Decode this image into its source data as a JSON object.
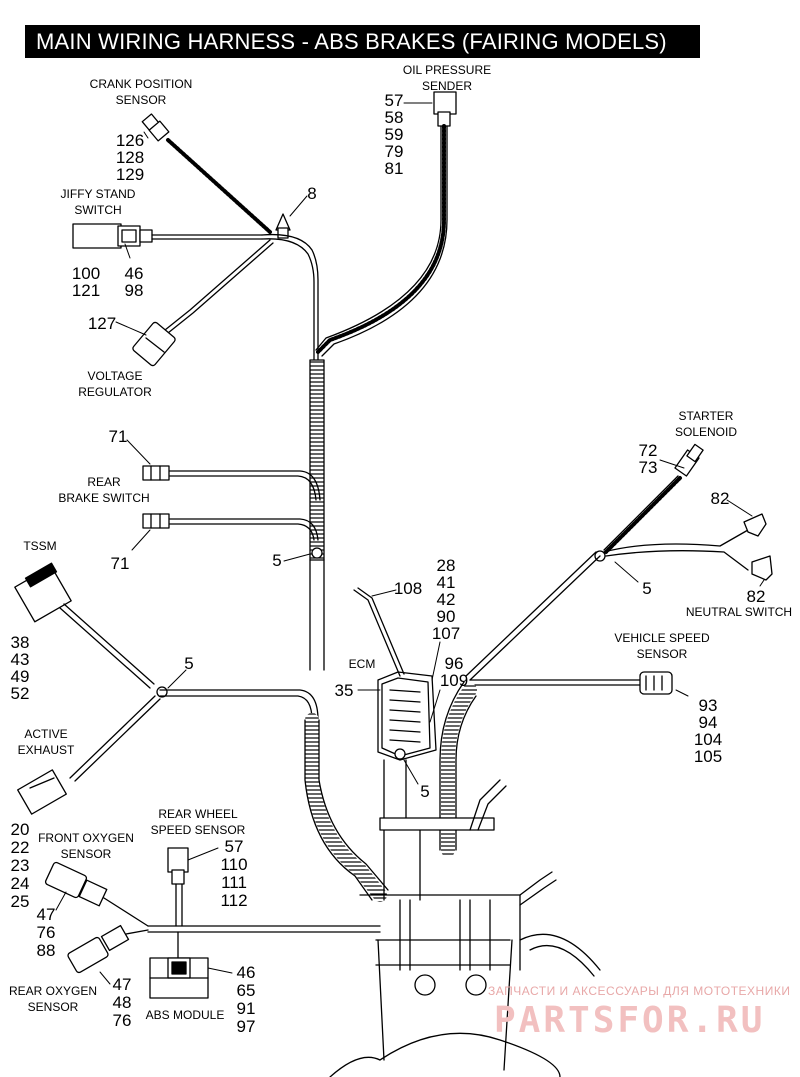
{
  "title": "MAIN WIRING HARNESS - ABS BRAKES (FAIRING MODELS)",
  "components": {
    "crank_position_sensor": {
      "label": "CRANK POSITION\nSENSOR",
      "refs": [
        "126",
        "128",
        "129"
      ]
    },
    "oil_pressure_sender": {
      "label": "OIL PRESSURE\nSENDER",
      "refs": [
        "57",
        "58",
        "59",
        "79",
        "81"
      ]
    },
    "jiffy_stand_switch": {
      "label": "JIFFY STAND\nSWITCH",
      "refs_left": [
        "100",
        "121"
      ],
      "refs_right": [
        "46",
        "98"
      ]
    },
    "clip_top": {
      "ref": "8"
    },
    "voltage_regulator": {
      "label": "VOLTAGE\nREGULATOR",
      "ref": "127"
    },
    "rear_brake_switch": {
      "label": "REAR\nBRAKE SWITCH",
      "ref_top": "71",
      "ref_bottom": "71"
    },
    "clip_5_mid": {
      "ref": "5"
    },
    "tssm": {
      "label": "TSSM",
      "refs": [
        "38",
        "43",
        "49",
        "52"
      ]
    },
    "clip_5_left": {
      "ref": "5"
    },
    "starter_solenoid": {
      "label": "STARTER\nSOLENOID",
      "refs": [
        "72",
        "73"
      ]
    },
    "neutral_switch": {
      "label": "NEUTRAL SWITCH",
      "ref_top": "82",
      "ref_bottom": "82"
    },
    "clip_5_right": {
      "ref": "5"
    },
    "strap_108": {
      "ref": "108"
    },
    "ecm": {
      "label": "ECM",
      "ref": "35",
      "refs_top": [
        "28",
        "41",
        "42",
        "90",
        "107"
      ],
      "refs_side": [
        "96",
        "109"
      ],
      "clip_ref": "5"
    },
    "vehicle_speed_sensor": {
      "label": "VEHICLE SPEED\nSENSOR",
      "refs": [
        "93",
        "94",
        "104",
        "105"
      ]
    },
    "active_exhaust": {
      "label": "ACTIVE\nEXHAUST",
      "refs": [
        "20",
        "22",
        "23",
        "24",
        "25"
      ]
    },
    "front_oxygen_sensor": {
      "label": "FRONT OXYGEN\nSENSOR",
      "refs": [
        "47",
        "76",
        "88"
      ]
    },
    "rear_oxygen_sensor": {
      "label": "REAR OXYGEN\nSENSOR",
      "refs": [
        "47",
        "48",
        "76"
      ]
    },
    "rear_wheel_speed_sensor": {
      "label": "REAR WHEEL\nSPEED SENSOR",
      "refs": [
        "57",
        "110",
        "111",
        "112"
      ]
    },
    "abs_module": {
      "label": "ABS MODULE",
      "refs": [
        "46",
        "65",
        "91",
        "97"
      ]
    }
  },
  "watermark": {
    "line1": "ЗАПЧАСТИ И АКСЕССУАРЫ ДЛЯ МОТОТЕХНИКИ",
    "line2": "PARTSFOR.RU"
  }
}
